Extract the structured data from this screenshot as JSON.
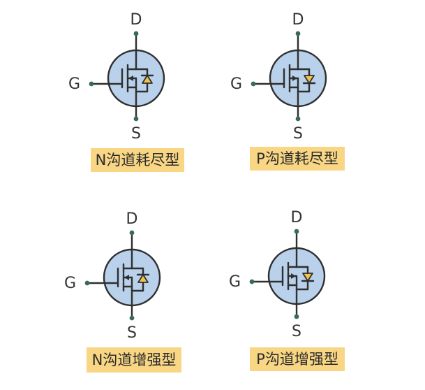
{
  "colors": {
    "body_fill": "#b9d1ea",
    "stroke": "#2f2f2f",
    "terminal_dot": "#3a6a5a",
    "diode_fill": "#f2c14e",
    "caption_bg": "#f8d684"
  },
  "pin_labels": {
    "drain": "D",
    "gate": "G",
    "source": "S"
  },
  "transistors": [
    {
      "caption": "N沟道耗尽型",
      "channel": "N",
      "mode": "depletion",
      "diode_direction": "up"
    },
    {
      "caption": "P沟道耗尽型",
      "channel": "P",
      "mode": "depletion",
      "diode_direction": "down"
    },
    {
      "caption": "N沟道增强型",
      "channel": "N",
      "mode": "enhancement",
      "diode_direction": "up"
    },
    {
      "caption": "P沟道增强型",
      "channel": "P",
      "mode": "enhancement",
      "diode_direction": "down"
    }
  ]
}
